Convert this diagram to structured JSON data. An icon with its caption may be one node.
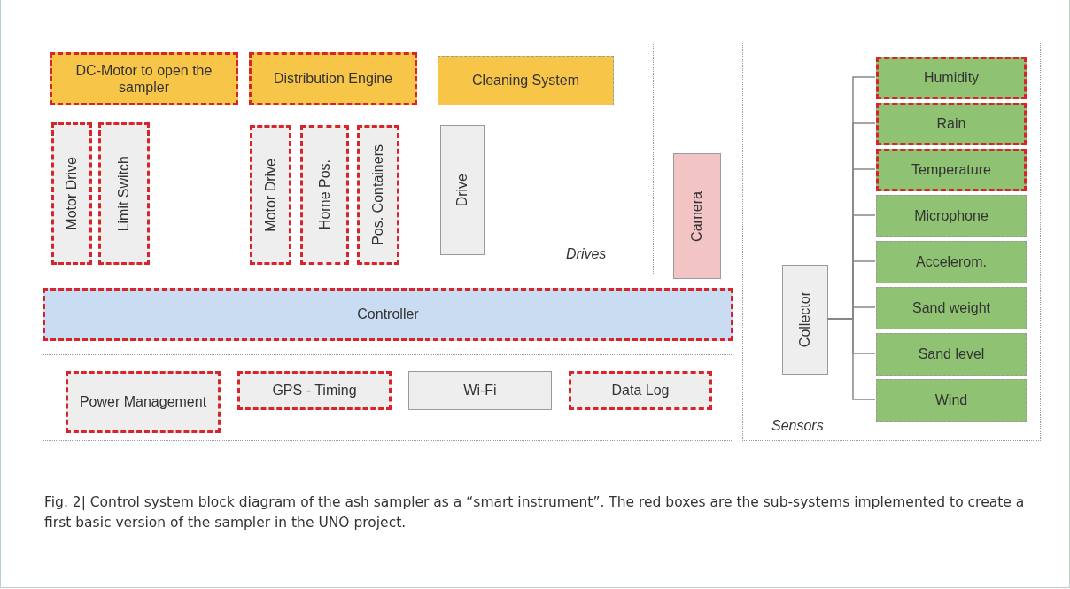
{
  "diagram": {
    "caption": "Fig. 2| Control system block diagram of the ash sampler as a “smart instrument”. The red boxes are the sub-systems implemented to create a first basic version of the sampler in the UNO project.",
    "nodes": [
      {
        "text": [
          "Drives"
        ]
      },
      {
        "text": [
          "DC-Motor to open the sampler"
        ],
        "in": 0
      },
      {
        "text": [
          "Distribution Engine"
        ],
        "in": 0
      },
      {
        "text": [
          "Cleaning System"
        ],
        "in": 0
      },
      {
        "text": [
          "Motor Drive"
        ],
        "in": 0
      },
      {
        "text": [
          "Limit Switch"
        ],
        "in": 0
      },
      {
        "text": [
          "Motor Drive"
        ],
        "in": 0
      },
      {
        "text": [
          "Home Pos."
        ],
        "in": 0
      },
      {
        "text": [
          "Pos. Containers"
        ],
        "in": 0
      },
      {
        "text": [
          "Drive"
        ],
        "in": 0
      },
      {
        "text": [
          "Camera"
        ]
      },
      {
        "text": [
          "Controller"
        ]
      },
      {
        "text": [],
        "shape": "box"
      },
      {
        "text": [
          "Power Management"
        ],
        "in": 12
      },
      {
        "text": [
          "GPS - Timing"
        ],
        "in": 12
      },
      {
        "text": [
          "Wi-Fi"
        ],
        "in": 12
      },
      {
        "text": [
          "Data Log"
        ],
        "in": 12
      },
      {
        "text": [
          "Sensors"
        ]
      },
      {
        "text": [
          "Collector"
        ],
        "in": 17
      },
      {
        "text": [
          "Humidity"
        ],
        "in": 17
      },
      {
        "text": [
          "Rain"
        ],
        "in": 17
      },
      {
        "text": [
          "Temperature"
        ],
        "in": 17
      },
      {
        "text": [
          "Microphone"
        ],
        "in": 17
      },
      {
        "text": [
          "Accelerom."
        ],
        "in": 17
      },
      {
        "text": [
          "Sand weight"
        ],
        "in": 17
      },
      {
        "text": [
          "Sand level"
        ],
        "in": 17
      },
      {
        "text": [
          "Wind"
        ],
        "in": 17
      }
    ],
    "edges": [
      {
        "from": 18,
        "to": 19,
        "arrow": "none"
      },
      {
        "from": 18,
        "to": 20,
        "arrow": "none"
      },
      {
        "from": 18,
        "to": 21,
        "arrow": "none"
      },
      {
        "from": 18,
        "to": 22,
        "arrow": "none"
      },
      {
        "from": 18,
        "to": 23,
        "arrow": "none"
      },
      {
        "from": 18,
        "to": 24,
        "arrow": "none"
      },
      {
        "from": 18,
        "to": 25,
        "arrow": "none"
      },
      {
        "from": 18,
        "to": 26,
        "arrow": "none"
      }
    ]
  }
}
